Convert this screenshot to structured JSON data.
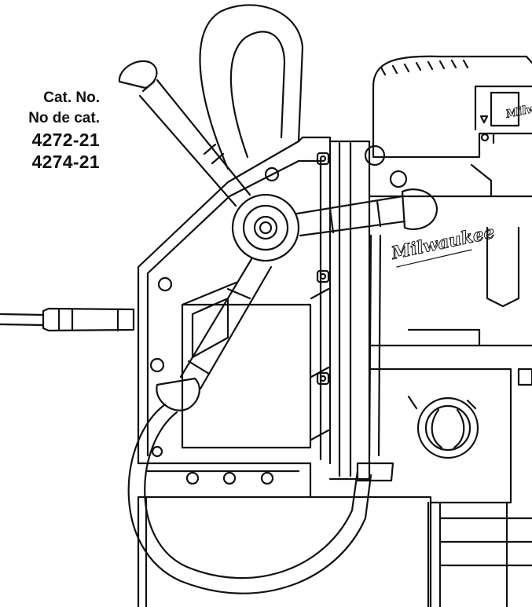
{
  "catalog": {
    "labels": [
      "Cat. No.",
      "No de cat."
    ],
    "numbers": [
      "4272-21",
      "4274-21"
    ]
  },
  "brand": {
    "name": "Milwaukee"
  },
  "colors": {
    "ink": "#111111",
    "background": "#ffffff"
  },
  "illustration": {
    "subject": "magnetic-drill-press-line-drawing"
  }
}
